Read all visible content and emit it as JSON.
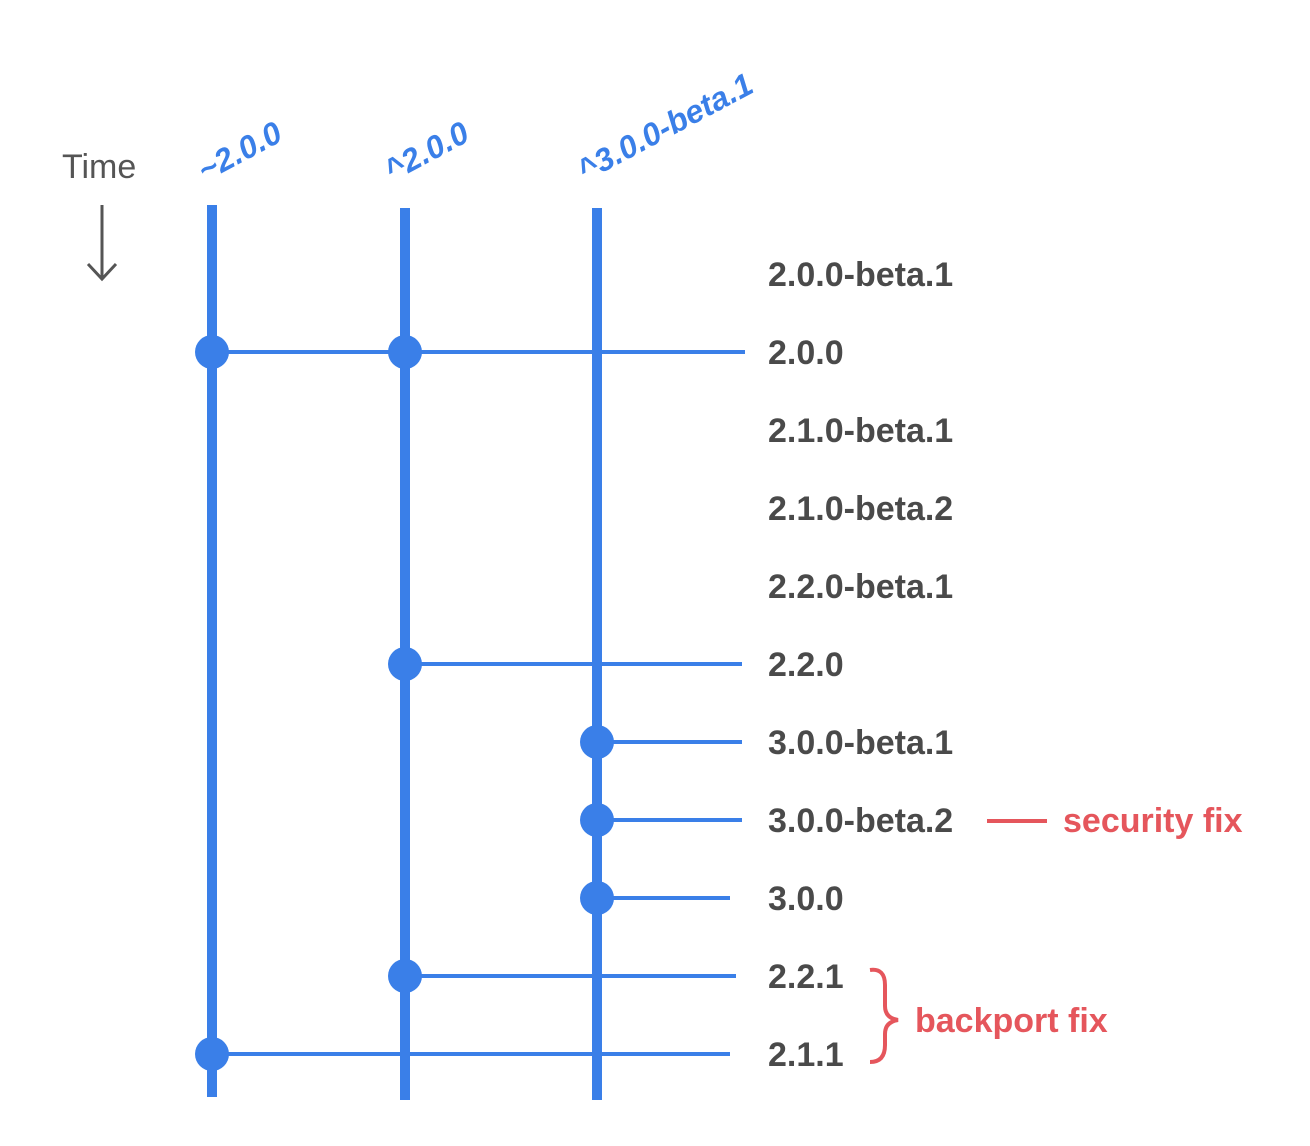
{
  "time_label": "Time",
  "ranges": [
    {
      "label": "~2.0.0"
    },
    {
      "label": "^2.0.0"
    },
    {
      "label": "^3.0.0-beta.1"
    }
  ],
  "versions": [
    {
      "label": "2.0.0-beta.1",
      "matches": []
    },
    {
      "label": "2.0.0",
      "matches": [
        0,
        1
      ]
    },
    {
      "label": "2.1.0-beta.1",
      "matches": []
    },
    {
      "label": "2.1.0-beta.2",
      "matches": []
    },
    {
      "label": "2.2.0-beta.1",
      "matches": []
    },
    {
      "label": "2.2.0",
      "matches": [
        1
      ]
    },
    {
      "label": "3.0.0-beta.1",
      "matches": [
        2
      ]
    },
    {
      "label": "3.0.0-beta.2",
      "matches": [
        2
      ]
    },
    {
      "label": "3.0.0",
      "matches": [
        2
      ]
    },
    {
      "label": "2.2.1",
      "matches": [
        1
      ]
    },
    {
      "label": "2.1.1",
      "matches": [
        0
      ]
    }
  ],
  "annotations": {
    "security_fix": "security fix",
    "backport_fix": "backport fix"
  },
  "colors": {
    "range_blue": "#3a7fe8",
    "version_text": "#4a4a4a",
    "annotation_red": "#e5565c",
    "time_gray": "#555555"
  }
}
